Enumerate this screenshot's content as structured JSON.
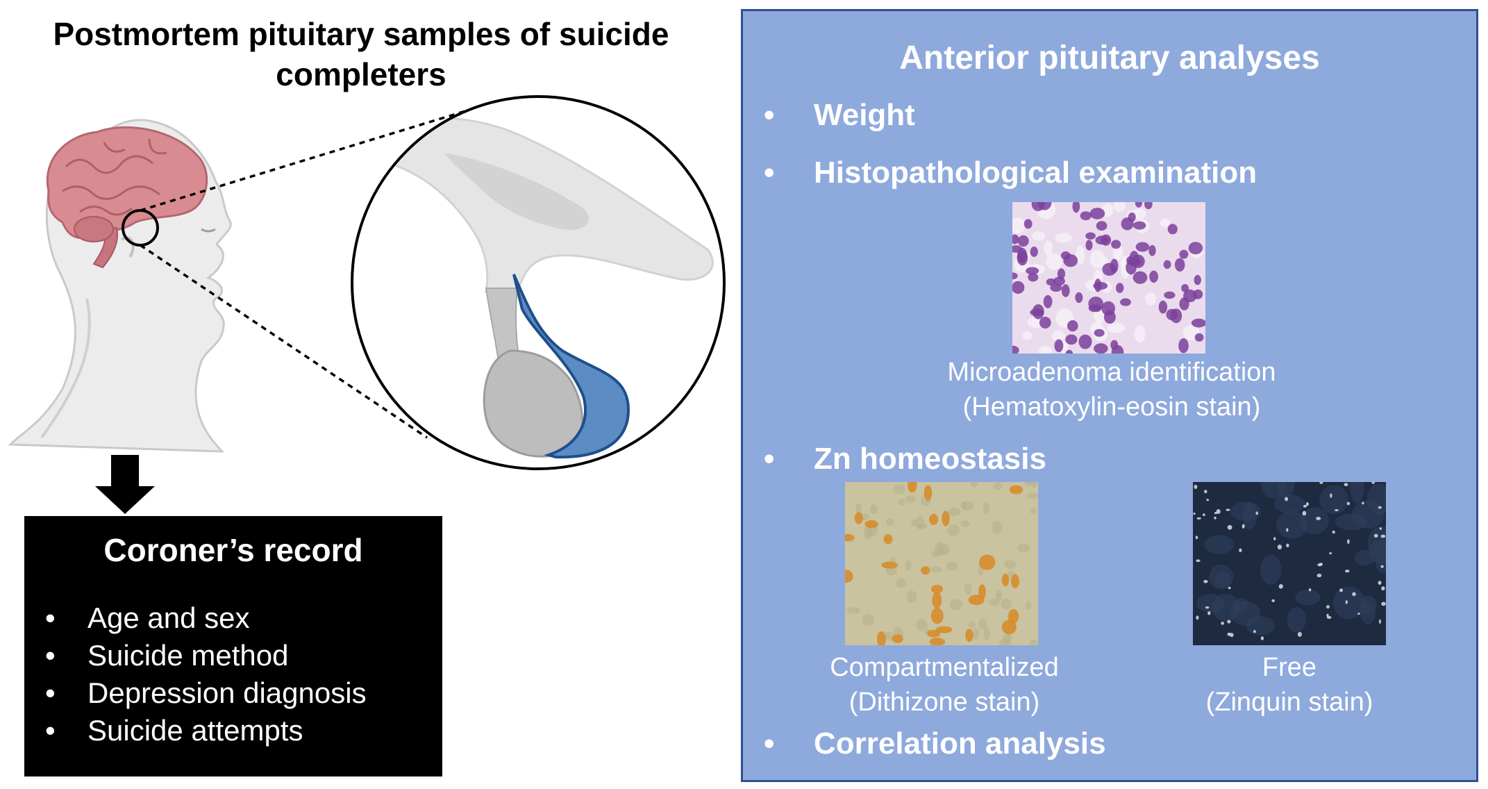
{
  "header": {
    "title_line1": "Postmortem pituitary samples of suicide",
    "title_line2": "completers"
  },
  "coroner": {
    "title": "Coroner’s record",
    "items": [
      "Age and sex",
      "Suicide method",
      "Depression diagnosis",
      "Suicide attempts"
    ]
  },
  "analyses": {
    "title": "Anterior pituitary analyses",
    "bullets": [
      "Weight",
      "Histopathological examination",
      "Zn homeostasis",
      "Correlation analysis"
    ],
    "he": {
      "caption1": "Microadenoma identification",
      "caption2": "(Hematoxylin-eosin stain)"
    },
    "dithizone": {
      "caption1": "Compartmentalized",
      "caption2": "(Dithizone stain)"
    },
    "zinquin": {
      "caption1": "Free",
      "caption2": "(Zinquin stain)"
    }
  },
  "colors": {
    "panel_bg": "#8ea9dc",
    "panel_border": "#2f4f94",
    "brain": "#d98b92",
    "pituitary_anterior": "#5b8cc4",
    "he_purple": "#7d3f9c",
    "dithizone_spot": "#d88a25",
    "zinquin_bg": "#1d2a40"
  }
}
